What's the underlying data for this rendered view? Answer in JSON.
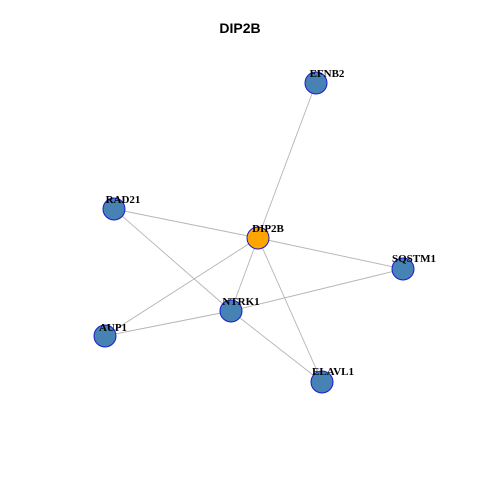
{
  "title": "DIP2B",
  "colors": {
    "center_node": "#FFA500",
    "node": "#4682B4",
    "node_border": "#1a1acc",
    "edge": "#b4b4b4"
  },
  "network": {
    "center": "DIP2B",
    "nodes": [
      {
        "id": "DIP2B",
        "label": "DIP2B",
        "role": "center"
      },
      {
        "id": "EFNB2",
        "label": "EFNB2",
        "role": "neighbor"
      },
      {
        "id": "RAD21",
        "label": "RAD21",
        "role": "neighbor"
      },
      {
        "id": "SQSTM1",
        "label": "SQSTM1",
        "role": "neighbor"
      },
      {
        "id": "NTRK1",
        "label": "NTRK1",
        "role": "neighbor"
      },
      {
        "id": "AUP1",
        "label": "AUP1",
        "role": "neighbor"
      },
      {
        "id": "ELAVL1",
        "label": "ELAVL1",
        "role": "neighbor"
      }
    ],
    "edges": [
      [
        "DIP2B",
        "EFNB2"
      ],
      [
        "DIP2B",
        "RAD21"
      ],
      [
        "DIP2B",
        "SQSTM1"
      ],
      [
        "DIP2B",
        "NTRK1"
      ],
      [
        "DIP2B",
        "AUP1"
      ],
      [
        "DIP2B",
        "ELAVL1"
      ],
      [
        "RAD21",
        "NTRK1"
      ],
      [
        "NTRK1",
        "SQSTM1"
      ],
      [
        "NTRK1",
        "AUP1"
      ],
      [
        "NTRK1",
        "ELAVL1"
      ]
    ]
  }
}
